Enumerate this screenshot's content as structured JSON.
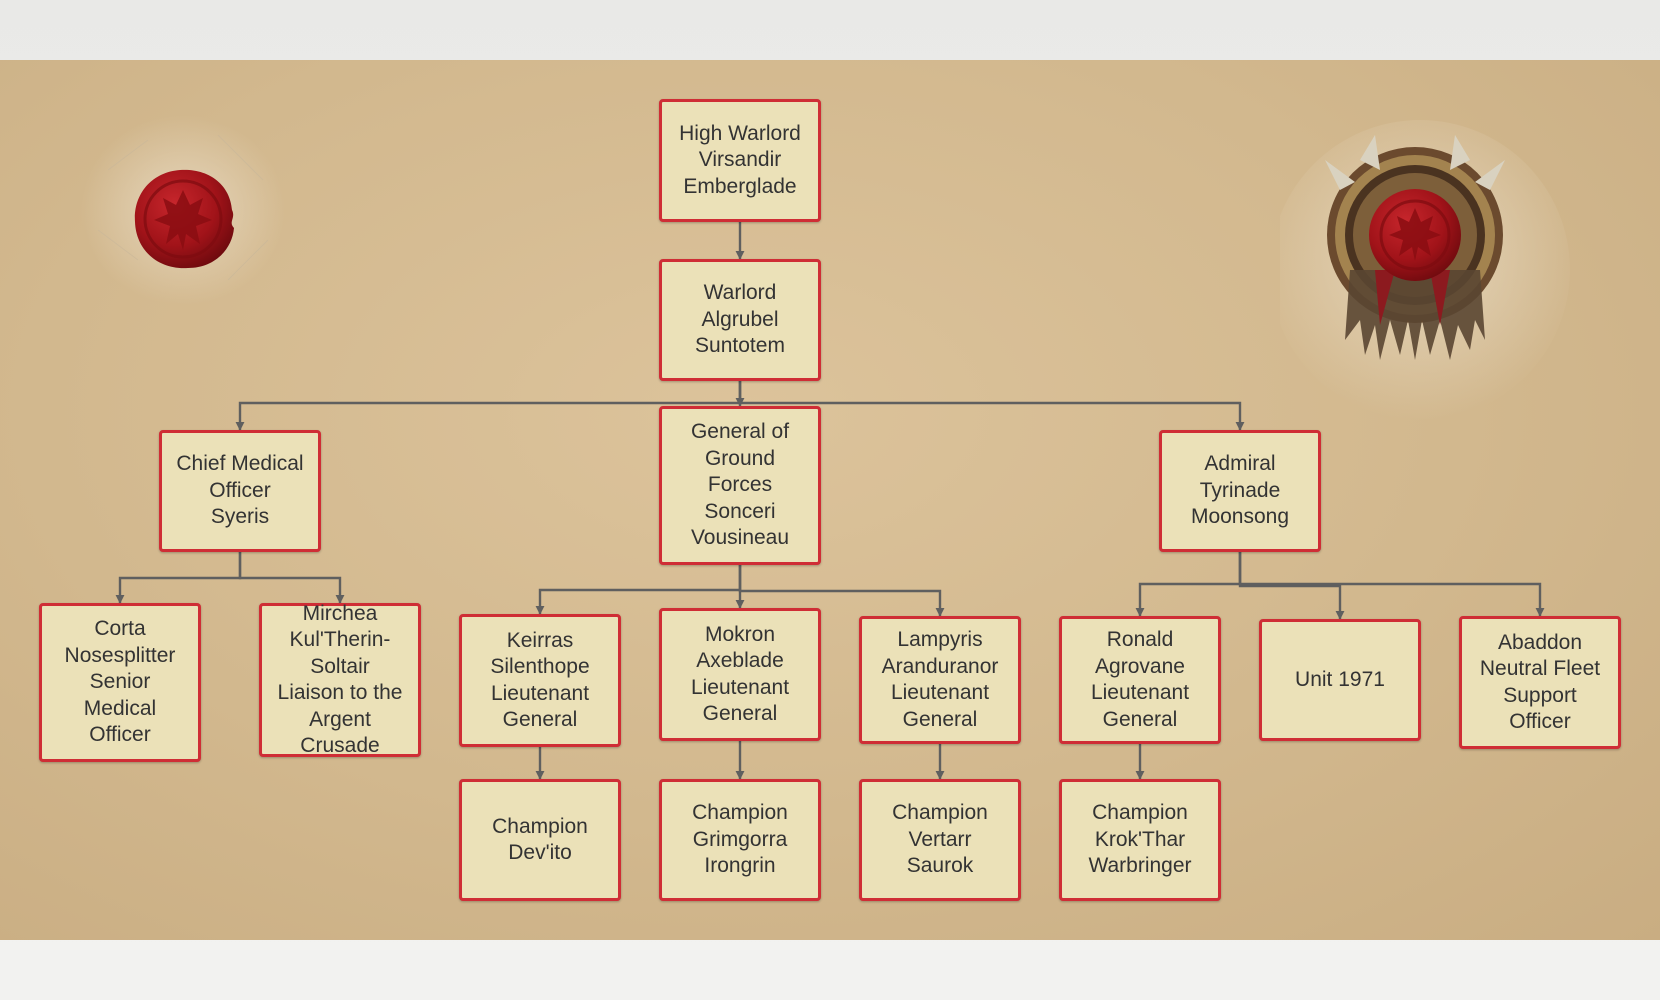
{
  "colors": {
    "background": "#d5bc93",
    "node_fill": "#ebe1b8",
    "node_border": "#cf2d35",
    "connector": "#5f5f5f",
    "seal_red": "#a11319"
  },
  "icons": {
    "left_seal": "horde-wax-seal-icon",
    "right_seal": "horde-emblem-shield-icon"
  },
  "org_chart": {
    "nodes": {
      "high_warlord": "High Warlord\nVirsandir\nEmberglade",
      "warlord": "Warlord\nAlgrubel\nSuntotem",
      "chief_medical": "Chief Medical\nOfficer\nSyeris",
      "general_ground": "General of\nGround\nForces\nSonceri\nVousineau",
      "admiral": "Admiral\nTyrinade\nMoonsong",
      "corta": "Corta\nNosesplitter\nSenior\nMedical\nOfficer",
      "mirchea": "Mirchea\nKul'Therin-Soltair\nLiaison to the\nArgent\nCrusade",
      "keirras": "Keirras\nSilenthope\nLieutenant\nGeneral",
      "mokron": "Mokron\nAxeblade\nLieutenant\nGeneral",
      "lampyris": "Lampyris\nAranduranor\nLieutenant\nGeneral",
      "ronald": "Ronald\nAgrovane\nLieutenant\nGeneral",
      "unit1971": "Unit 1971",
      "abaddon": "Abaddon\nNeutral Fleet\nSupport\nOfficer",
      "devito": "Champion\nDev'ito",
      "grimgorra": "Champion\nGrimgorra\nIrongrin",
      "vertarr": "Champion\nVertarr\nSaurok",
      "krokthar": "Champion\nKrok'Thar\nWarbringer"
    },
    "edges": [
      [
        "high_warlord",
        "warlord"
      ],
      [
        "warlord",
        "chief_medical"
      ],
      [
        "warlord",
        "general_ground"
      ],
      [
        "warlord",
        "admiral"
      ],
      [
        "chief_medical",
        "corta"
      ],
      [
        "chief_medical",
        "mirchea"
      ],
      [
        "general_ground",
        "keirras"
      ],
      [
        "general_ground",
        "mokron"
      ],
      [
        "general_ground",
        "lampyris"
      ],
      [
        "admiral",
        "ronald"
      ],
      [
        "admiral",
        "unit1971"
      ],
      [
        "admiral",
        "abaddon"
      ],
      [
        "keirras",
        "devito"
      ],
      [
        "mokron",
        "grimgorra"
      ],
      [
        "lampyris",
        "vertarr"
      ],
      [
        "ronald",
        "krokthar"
      ]
    ]
  }
}
